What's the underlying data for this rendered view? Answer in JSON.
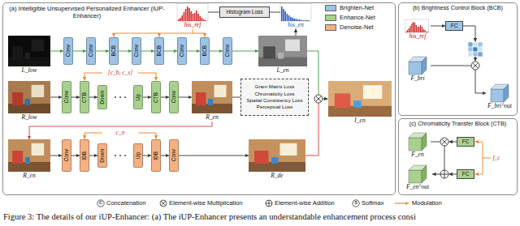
{
  "diagram": {
    "caption": "Figure 3: The details of our iUP-Enhancer: (a) The iUP-Enhancer presents an understandable enhancement process consi",
    "nodes": [
      {
        "text": [
          "(a) Intelligible Unsupervised Personalized Enhancer (iUP-Enhancer)"
        ]
      },
      {
        "text": [
          "his_ref"
        ],
        "in": 0
      },
      {
        "text": [
          "Histogram Loss"
        ],
        "in": 0
      },
      {
        "text": [
          "his_en"
        ],
        "in": 0
      },
      {
        "text": [
          "L_low"
        ],
        "in": 0
      },
      {
        "text": [
          "Conv"
        ],
        "in": 0
      },
      {
        "text": [
          "Conv"
        ],
        "in": 0
      },
      {
        "text": [
          "BCB"
        ],
        "in": 0
      },
      {
        "text": [
          "Conv"
        ],
        "in": 0
      },
      {
        "text": [
          "BCB"
        ],
        "in": 0
      },
      {
        "text": [
          "Conv"
        ],
        "in": 0
      },
      {
        "text": [
          "BCB"
        ],
        "in": 0
      },
      {
        "text": [
          "Conv"
        ],
        "in": 0
      },
      {
        "text": [
          "L_en"
        ],
        "in": 0
      },
      {
        "text": [
          "R_low"
        ],
        "in": 0
      },
      {
        "text": [
          "Conv"
        ],
        "in": 0
      },
      {
        "text": [
          "CTB"
        ],
        "in": 0
      },
      {
        "text": [
          "Down"
        ],
        "in": 0
      },
      {
        "text": [
          "Up"
        ],
        "in": 0
      },
      {
        "text": [
          "CTB"
        ],
        "in": 0
      },
      {
        "text": [
          "Conv"
        ],
        "in": 0
      },
      {
        "text": [
          "R_en"
        ],
        "in": 0
      },
      {
        "text": [
          "Gram Matrix Loss",
          "Chromaticity Loss",
          "Spatial Consistency Loss",
          "Perceptual Loss"
        ],
        "in": 0
      },
      {
        "text": [
          "I_en"
        ],
        "in": 0
      },
      {
        "text": [
          "R_en"
        ],
        "in": 0
      },
      {
        "text": [
          "Conv"
        ],
        "in": 0
      },
      {
        "text": [
          "IDB"
        ],
        "in": 0
      },
      {
        "text": [
          "Down"
        ],
        "in": 0
      },
      {
        "text": [
          "Up"
        ],
        "in": 0
      },
      {
        "text": [
          "IDB"
        ],
        "in": 0
      },
      {
        "text": [
          "Conv"
        ],
        "in": 0
      },
      {
        "text": [
          "R_de"
        ],
        "in": 0
      },
      {
        "text": [
          "(b) Brightness Control Block (BCB)"
        ]
      },
      {
        "text": [
          "his_ref"
        ],
        "in": 32
      },
      {
        "text": [
          "FC"
        ],
        "in": 32
      },
      {
        "text": [
          "F_bri"
        ],
        "in": 32
      },
      {
        "text": [
          "F_bri^out"
        ],
        "in": 32
      },
      {
        "text": [
          "(c) Chromaticity Transfer Block (CTB)"
        ]
      },
      {
        "text": [
          "F_en"
        ],
        "in": 37
      },
      {
        "text": [
          "FC"
        ],
        "in": 37
      },
      {
        "text": [
          "FC"
        ],
        "in": 37
      },
      {
        "text": [
          "F_en^out"
        ],
        "in": 37
      }
    ],
    "edges": [
      {
        "from": 4,
        "to": 5,
        "arrow": "to"
      },
      {
        "from": 5,
        "to": 6,
        "arrow": "to"
      },
      {
        "from": 6,
        "to": 7,
        "arrow": "to"
      },
      {
        "from": 7,
        "to": 8,
        "arrow": "to"
      },
      {
        "from": 8,
        "to": 9,
        "arrow": "to"
      },
      {
        "from": 9,
        "to": 10,
        "arrow": "to"
      },
      {
        "from": 10,
        "to": 11,
        "arrow": "to"
      },
      {
        "from": 11,
        "to": 12,
        "arrow": "to"
      },
      {
        "from": 12,
        "to": 13,
        "arrow": "to"
      },
      {
        "from": 1,
        "to": 2,
        "arrow": "none"
      },
      {
        "from": 3,
        "to": 2,
        "arrow": "none"
      },
      {
        "from": 13,
        "to": 3,
        "arrow": "to"
      },
      {
        "from": 14,
        "to": 15,
        "arrow": "to"
      },
      {
        "from": 15,
        "to": 16,
        "arrow": "to"
      },
      {
        "from": 16,
        "to": 17,
        "arrow": "to"
      },
      {
        "from": 18,
        "to": 19,
        "arrow": "to"
      },
      {
        "from": 19,
        "to": 20,
        "arrow": "to"
      },
      {
        "from": 20,
        "to": 21,
        "arrow": "to"
      },
      {
        "from": 21,
        "to": 22,
        "arrow": "none"
      },
      {
        "from": 21,
        "to": 24,
        "arrow": "to"
      },
      {
        "from": 24,
        "to": 25,
        "arrow": "to"
      },
      {
        "from": 25,
        "to": 26,
        "arrow": "to"
      },
      {
        "from": 26,
        "to": 27,
        "arrow": "to"
      },
      {
        "from": 28,
        "to": 29,
        "arrow": "to"
      },
      {
        "from": 29,
        "to": 30,
        "arrow": "to"
      },
      {
        "from": 30,
        "to": 31,
        "arrow": "to"
      },
      {
        "from": 33,
        "to": 34,
        "arrow": "to"
      },
      {
        "from": 35,
        "to": 36,
        "arrow": "to"
      },
      {
        "from": 38,
        "to": 41,
        "arrow": "to"
      }
    ],
    "labels": [
      "[c_b, c_s]",
      "c_n",
      "f_c",
      "C",
      "S"
    ],
    "legend": [
      {
        "text": "Brighten-Net",
        "color": "#9dc3e6"
      },
      {
        "text": "Enhance-Net",
        "color": "#a9d18e"
      },
      {
        "text": "Denoise-Net",
        "color": "#f4b183"
      },
      {
        "text": "Concatenation"
      },
      {
        "text": "Element-wise Multiplication"
      },
      {
        "text": "Element-wise Addition"
      },
      {
        "text": "Softmax"
      },
      {
        "text": "Modulation"
      }
    ]
  }
}
